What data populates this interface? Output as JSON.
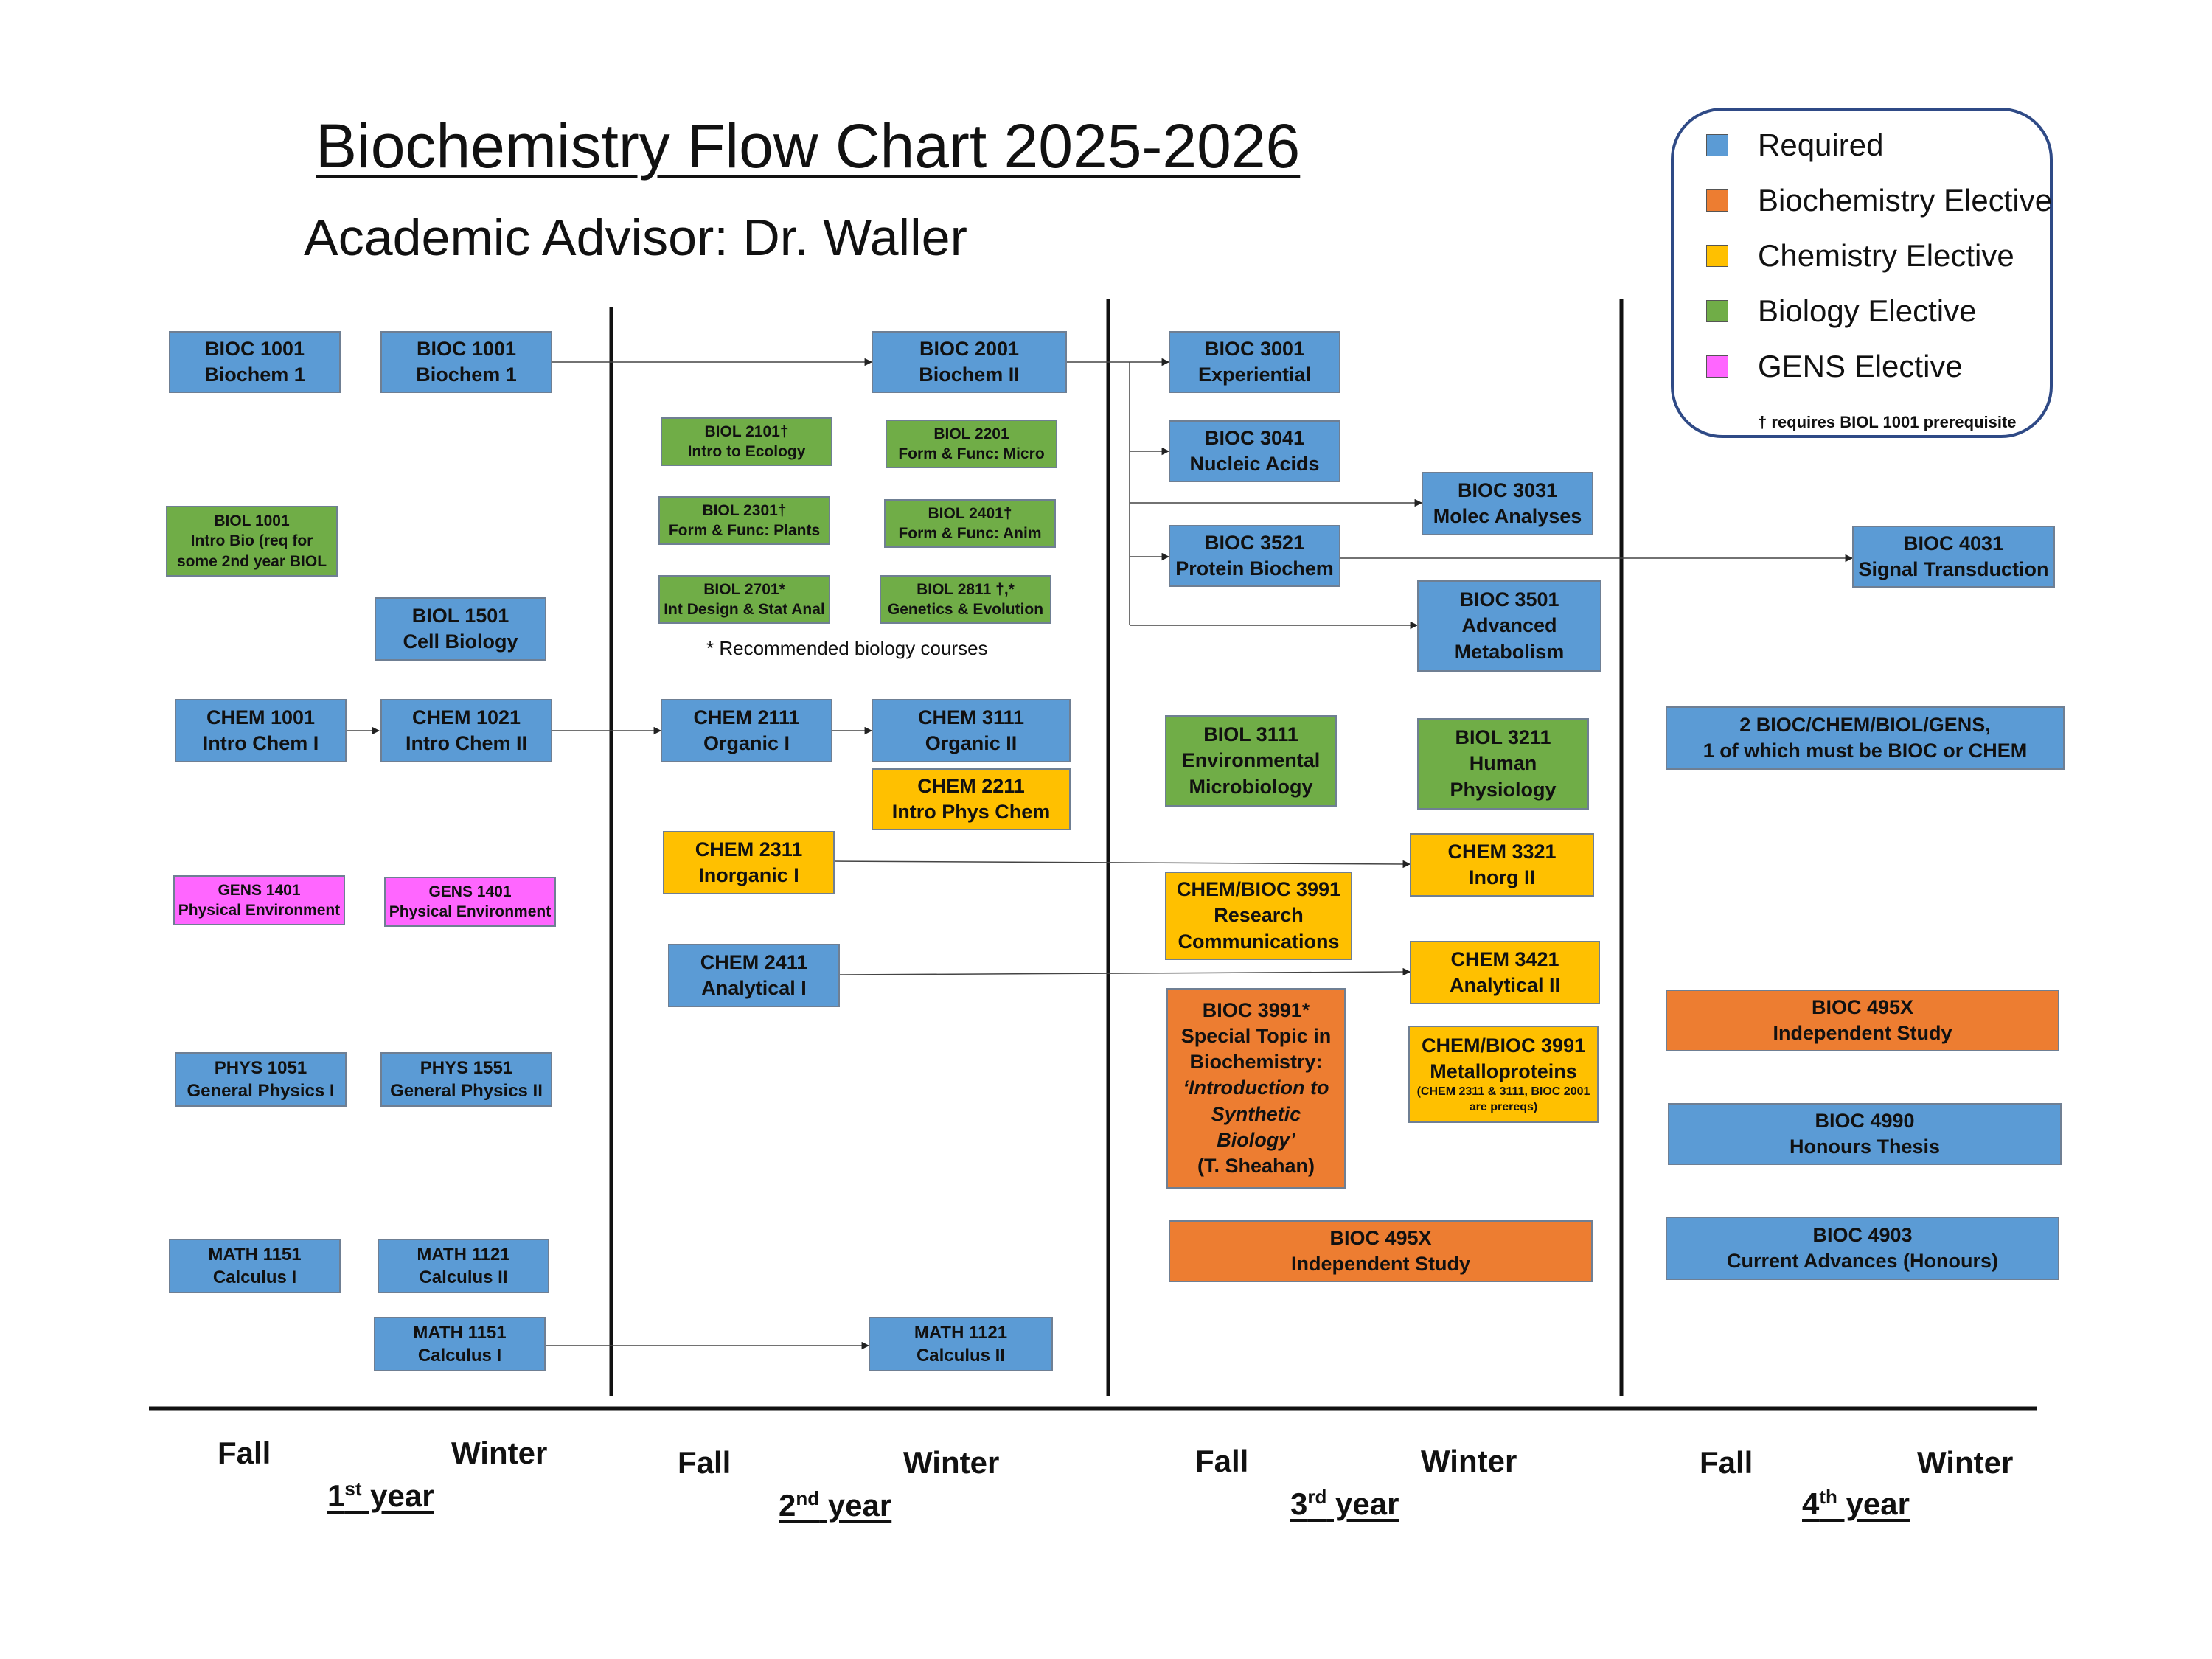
{
  "title": "Biochemistry Flow Chart 2025-2026",
  "advisor": "Academic Advisor: Dr. Waller",
  "legend": {
    "items": [
      {
        "label": "Required",
        "color": "#5b9bd5"
      },
      {
        "label": "Biochemistry Elective",
        "color": "#ed7d31"
      },
      {
        "label": "Chemistry Elective",
        "color": "#ffc000"
      },
      {
        "label": "Biology Elective",
        "color": "#70ad47"
      },
      {
        "label": "GENS Elective",
        "color": "#ff66ff"
      }
    ],
    "note": "† requires BIOL 1001 prerequisite"
  },
  "note": "* Recommended biology courses",
  "courses": {
    "bioc1001_f": {
      "lines": [
        "BIOC 1001",
        "Biochem 1"
      ],
      "category": "required"
    },
    "bioc1001_w": {
      "lines": [
        "BIOC 1001",
        "Biochem 1"
      ],
      "category": "required"
    },
    "bioc2001": {
      "lines": [
        "BIOC 2001",
        "Biochem II"
      ],
      "category": "required"
    },
    "bioc3001": {
      "lines": [
        "BIOC 3001",
        "Experiential"
      ],
      "category": "required"
    },
    "bioc3041": {
      "lines": [
        "BIOC 3041",
        "Nucleic Acids"
      ],
      "category": "required"
    },
    "bioc3031": {
      "lines": [
        "BIOC 3031",
        "Molec Analyses"
      ],
      "category": "required"
    },
    "bioc3521": {
      "lines": [
        "BIOC 3521",
        "Protein Biochem"
      ],
      "category": "required"
    },
    "bioc4031": {
      "lines": [
        "BIOC 4031",
        "Signal Transduction"
      ],
      "category": "required"
    },
    "bioc3501": {
      "lines": [
        "BIOC 3501",
        "Advanced",
        "Metabolism"
      ],
      "category": "required"
    },
    "biol2101": {
      "lines": [
        "BIOL 2101†",
        "Intro to Ecology"
      ],
      "category": "biology"
    },
    "biol2201": {
      "lines": [
        "BIOL 2201",
        "Form & Func: Micro"
      ],
      "category": "biology"
    },
    "biol2301": {
      "lines": [
        "BIOL 2301†",
        "Form & Func: Plants"
      ],
      "category": "biology"
    },
    "biol2401": {
      "lines": [
        "BIOL 2401†",
        "Form & Func: Anim"
      ],
      "category": "biology"
    },
    "biol2701": {
      "lines": [
        "BIOL 2701*",
        "Int Design & Stat Anal"
      ],
      "category": "biology"
    },
    "biol2811": {
      "lines": [
        "BIOL 2811 †,*",
        "Genetics & Evolution"
      ],
      "category": "biology"
    },
    "biol1001": {
      "lines": [
        "BIOL 1001",
        "Intro Bio (req for",
        "some 2nd year BIOL"
      ],
      "category": "biology"
    },
    "biol1501": {
      "lines": [
        "BIOL 1501",
        "Cell Biology"
      ],
      "category": "required"
    },
    "chem1001": {
      "lines": [
        "CHEM 1001",
        "Intro Chem I"
      ],
      "category": "required"
    },
    "chem1021": {
      "lines": [
        "CHEM 1021",
        "Intro Chem II"
      ],
      "category": "required"
    },
    "chem2111": {
      "lines": [
        "CHEM 2111",
        "Organic I"
      ],
      "category": "required"
    },
    "chem3111": {
      "lines": [
        "CHEM 3111",
        "Organic II"
      ],
      "category": "required"
    },
    "chem2211": {
      "lines": [
        "CHEM 2211",
        "Intro Phys Chem"
      ],
      "category": "chemistry"
    },
    "biol3111": {
      "lines": [
        "BIOL 3111",
        "Environmental",
        "Microbiology"
      ],
      "category": "biology"
    },
    "biol3211": {
      "lines": [
        "BIOL 3211",
        "Human",
        "Physiology"
      ],
      "category": "biology"
    },
    "gen4_elective": {
      "lines": [
        "2 BIOC/CHEM/BIOL/GENS,",
        "1 of which must be BIOC or CHEM"
      ],
      "category": "required"
    },
    "chem2311": {
      "lines": [
        "CHEM 2311",
        "Inorganic I"
      ],
      "category": "chemistry"
    },
    "chem3321": {
      "lines": [
        "CHEM 3321",
        "Inorg II"
      ],
      "category": "chemistry"
    },
    "chembioc3991_rc": {
      "lines": [
        "CHEM/BIOC 3991",
        "Research",
        "Communications"
      ],
      "category": "chemistry"
    },
    "gens1401_f": {
      "lines": [
        "GENS 1401",
        "Physical Environment"
      ],
      "category": "gens"
    },
    "gens1401_w": {
      "lines": [
        "GENS 1401",
        "Physical Environment"
      ],
      "category": "gens"
    },
    "chem2411": {
      "lines": [
        "CHEM 2411",
        "Analytical I"
      ],
      "category": "required"
    },
    "chem3421": {
      "lines": [
        "CHEM 3421",
        "Analytical II"
      ],
      "category": "chemistry"
    },
    "bioc495x_4": {
      "lines": [
        "BIOC 495X",
        "Independent Study"
      ],
      "category": "biochemistry"
    },
    "bioc3991_st": {
      "lines": [
        "BIOC 3991*",
        "Special Topic in",
        "Biochemistry:",
        "‘Introduction to",
        "Synthetic",
        "Biology’",
        "(T. Sheahan)"
      ],
      "category": "biochemistry"
    },
    "chembioc3991_mp": {
      "lines": [
        "CHEM/BIOC 3991",
        "Metalloproteins"
      ],
      "sub": "(CHEM 2311 & 3111, BIOC 2001 are prereqs)",
      "category": "chemistry"
    },
    "phys1051": {
      "lines": [
        "PHYS 1051",
        "General Physics I"
      ],
      "category": "required"
    },
    "phys1551": {
      "lines": [
        "PHYS 1551",
        "General Physics II"
      ],
      "category": "required"
    },
    "bioc4990": {
      "lines": [
        "BIOC 4990",
        "Honours Thesis"
      ],
      "category": "required"
    },
    "math1151_f": {
      "lines": [
        "MATH 1151",
        "Calculus I"
      ],
      "category": "required"
    },
    "math1121_w": {
      "lines": [
        "MATH 1121",
        "Calculus II"
      ],
      "category": "required"
    },
    "bioc495x_3": {
      "lines": [
        "BIOC 495X",
        "Independent Study"
      ],
      "category": "biochemistry"
    },
    "bioc4903": {
      "lines": [
        "BIOC 4903",
        "Current Advances (Honours)"
      ],
      "category": "required"
    },
    "math1151_w": {
      "lines": [
        "MATH 1151",
        "Calculus I"
      ],
      "category": "required"
    },
    "math1121_2w": {
      "lines": [
        "MATH 1121",
        "Calculus II"
      ],
      "category": "required"
    }
  },
  "category_colors": {
    "required": "#5b9bd5",
    "biochemistry": "#ed7d31",
    "chemistry": "#ffc000",
    "biology": "#70ad47",
    "gens": "#ff66ff"
  },
  "terms": [
    "Fall",
    "Winter",
    "Fall",
    "Winter",
    "Fall",
    "Winter",
    "Fall",
    "Winter"
  ],
  "years": [
    {
      "num": "1",
      "sup": "st",
      "word": " year"
    },
    {
      "num": "2",
      "sup": "nd",
      "word": " year"
    },
    {
      "num": "3",
      "sup": "rd",
      "word": " year"
    },
    {
      "num": "4",
      "sup": "th",
      "word": " year"
    }
  ]
}
